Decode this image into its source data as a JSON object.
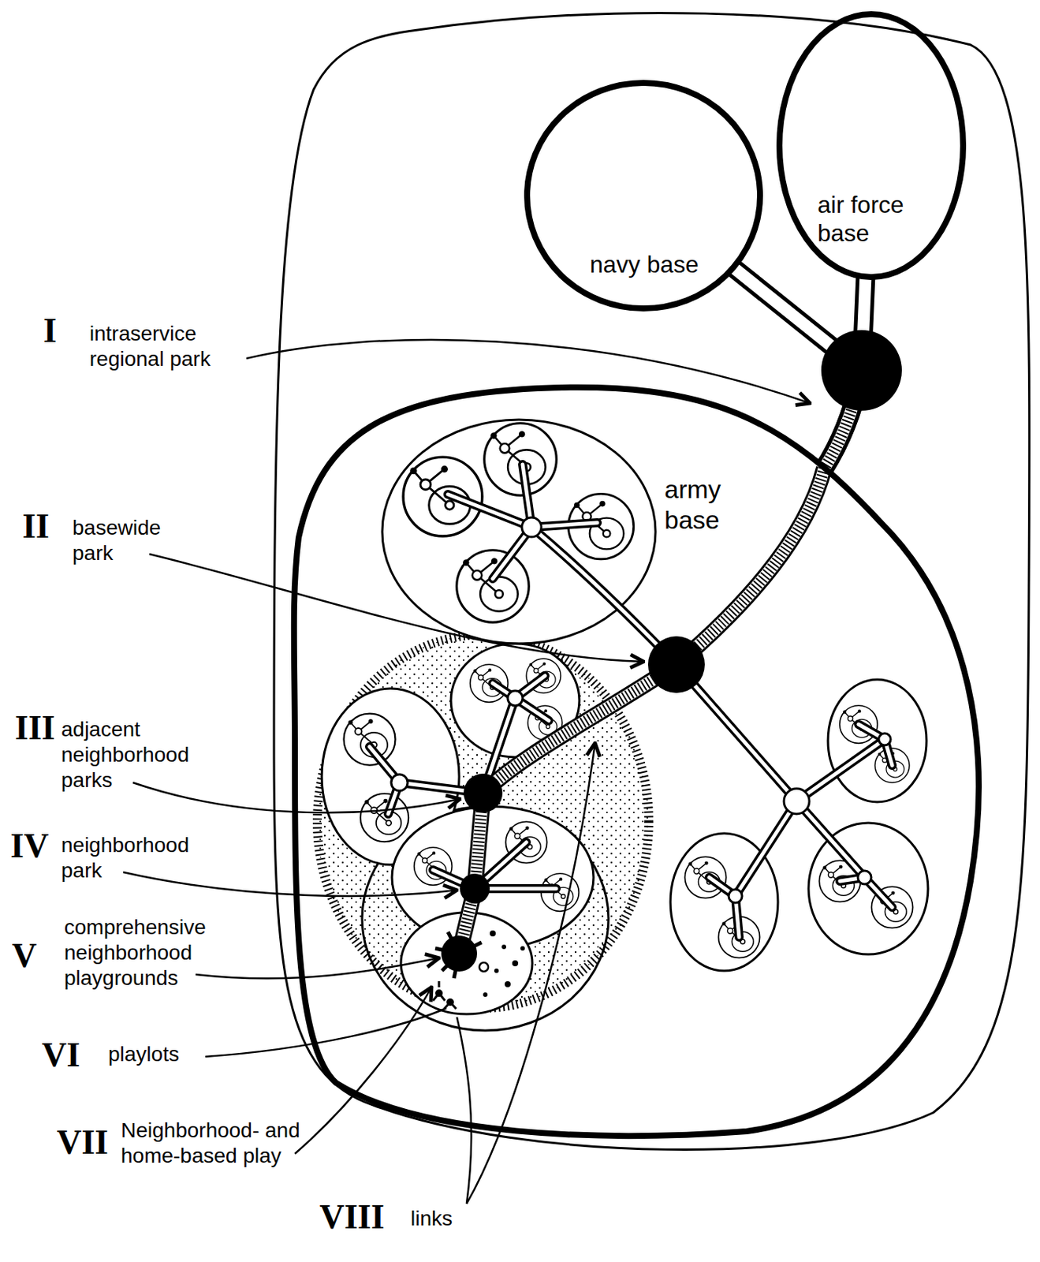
{
  "diagram": {
    "nodes": [
      {
        "text": [
          "air force base"
        ]
      },
      {
        "text": [
          "navy base"
        ]
      },
      {
        "text": [
          "army base"
        ]
      }
    ],
    "edges": [
      {
        "from": 0,
        "to": 2,
        "arrow": "none"
      },
      {
        "from": 1,
        "to": 2,
        "arrow": "none"
      }
    ],
    "labels": [
      "I",
      "intraservice regional park",
      "II",
      "basewide park",
      "III",
      "adjacent neighborhood parks",
      "IV",
      "neighborhood park",
      "V",
      "comprehensive neighborhood playgrounds",
      "VI",
      "playlots",
      "VII",
      "Neighborhood- and home-based play",
      "VIII",
      "links"
    ]
  }
}
